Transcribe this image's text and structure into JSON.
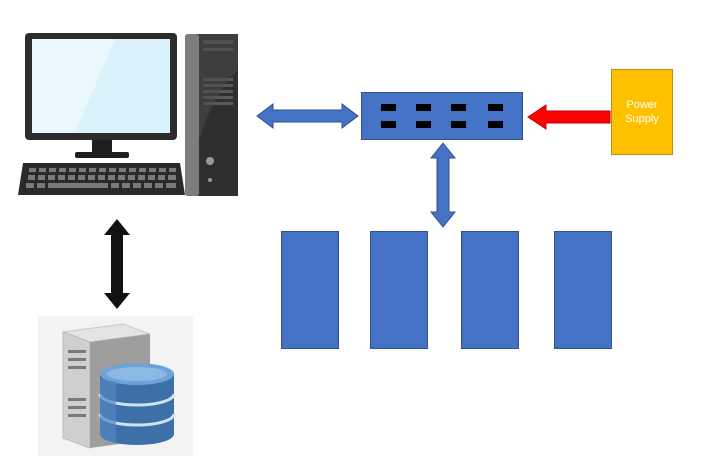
{
  "diagram": {
    "power_supply": {
      "label": "Power Supply",
      "color": "#ffc000",
      "text_color": "#ffffff"
    },
    "hub": {
      "color": "#4472c4",
      "port_color": "#000000",
      "port_count": 8
    },
    "modules": {
      "count": 4,
      "color": "#4472c4"
    },
    "connectors": {
      "hub_link_color": "#4472c4",
      "power_link_color": "#ff0000",
      "storage_link_color": "#000000"
    },
    "icons": [
      "desktop-computer-icon",
      "database-server-icon"
    ]
  }
}
